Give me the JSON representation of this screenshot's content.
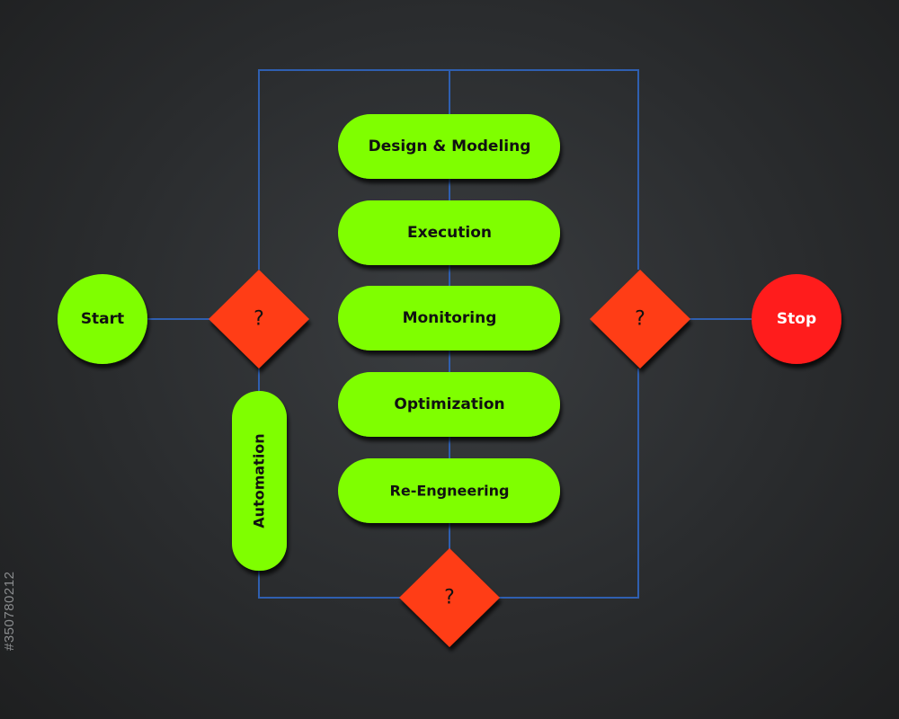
{
  "nodes": {
    "start": "Start",
    "stop": "Stop",
    "design_modeling": "Design & Modeling",
    "execution": "Execution",
    "monitoring": "Monitoring",
    "optimization": "Optimization",
    "re_engineering": "Re-Engneering",
    "automation": "Automation",
    "decision_left": "?",
    "decision_right": "?",
    "decision_bottom": "?"
  },
  "colors": {
    "process_fill": "#7fff00",
    "decision_fill": "#ff3d14",
    "stop_fill": "#ff1a1a",
    "connector": "#2f5fb0"
  },
  "stamp": "#350780212"
}
